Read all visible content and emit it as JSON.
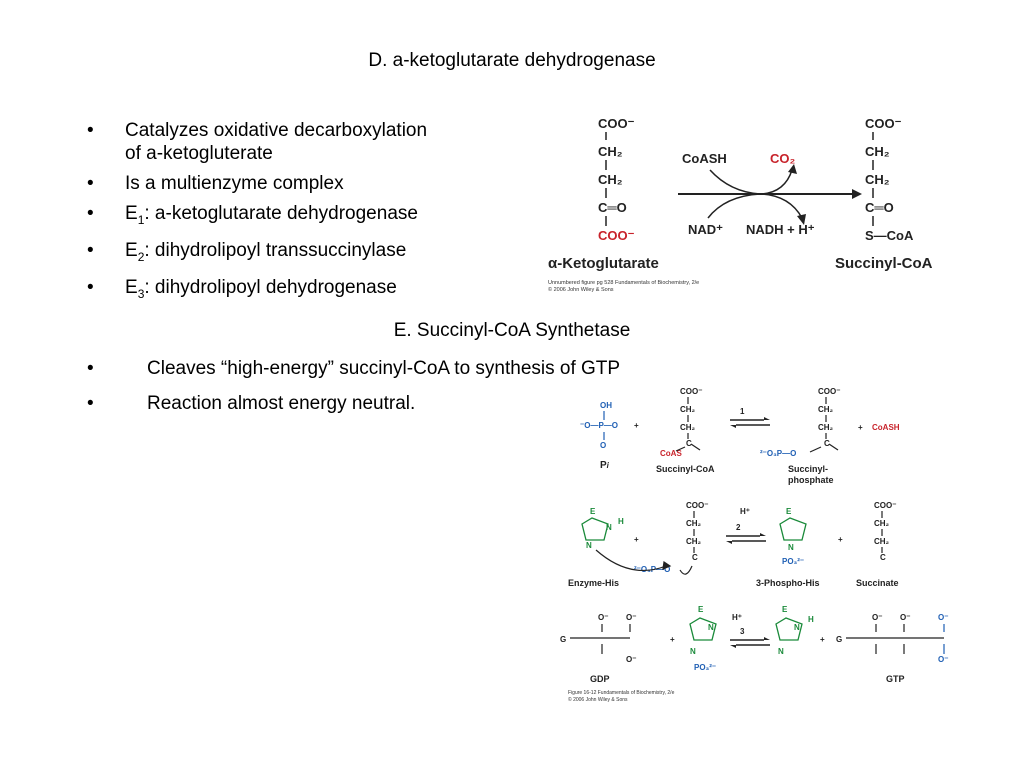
{
  "sectionD": {
    "title": "D.  a-ketoglutarate dehydrogenase",
    "bullets": [
      {
        "pre": "Catalyzes oxidative decarboxylation",
        "line2": "of a-ketogluterate"
      },
      {
        "pre": "Is a multienzyme complex"
      },
      {
        "pre": "E",
        "sub": "1",
        "post": ": a-ketoglutarate dehydrogenase"
      },
      {
        "pre": "E",
        "sub": "2",
        "post": ": dihydrolipoyl transsuccinylase"
      },
      {
        "pre": "E",
        "sub": "3",
        "post": ": dihydrolipoyl dehydrogenase"
      }
    ]
  },
  "fig1": {
    "coo_minus": "COO⁻",
    "ch2": "CH₂",
    "c_eq_o": "C═O",
    "s_coa": "S—CoA",
    "coash": "CoASH",
    "co2": "CO₂",
    "nad": "NAD⁺",
    "nadh": "NADH + H⁺",
    "substrate": "α-Ketoglutarate",
    "product": "Succinyl-CoA",
    "credit1": "Unnumbered figure pg 528  Fundamentals of Biochemistry, 2/e",
    "credit2": "© 2006 John Wiley & Sons"
  },
  "sectionE": {
    "title": "E.  Succinyl-CoA Synthetase",
    "bullets": [
      "Cleaves “high-energy” succinyl-CoA to synthesis of GTP",
      "Reaction almost energy neutral."
    ]
  },
  "fig2": {
    "step1": "1",
    "step2": "2",
    "step3": "3",
    "oh": "OH",
    "phosphate": "⁻O—P—O",
    "pi": "P",
    "pi_sub": "i",
    "plus": "+",
    "coo_minus": "COO⁻",
    "ch2": "CH₂",
    "c": "C",
    "o": "O",
    "coas": "CoAS",
    "coash": "CoASH",
    "succinyl_coa": "Succinyl-CoA",
    "succinyl_phosphate_1": "Succinyl-",
    "succinyl_phosphate_2": "phosphate",
    "po3_2minus": "²⁻O₃P—O",
    "enzyme_his": "Enzyme-His",
    "phospho_his": "3-Phospho-His",
    "succinate": "Succinate",
    "h_plus": "H⁺",
    "e": "E",
    "n": "N",
    "h": "H",
    "po3": "PO₃²⁻",
    "o_minus": "O⁻",
    "gdp": "GDP",
    "gtp": "GTP",
    "g": "G",
    "credit1": "Figure 16-12  Fundamentals of Biochemistry, 2/e",
    "credit2": "© 2006 John Wiley & Sons",
    "colors": {
      "red": "#c8232b",
      "blue": "#1f5fb4",
      "green": "#1a8a3a"
    }
  }
}
